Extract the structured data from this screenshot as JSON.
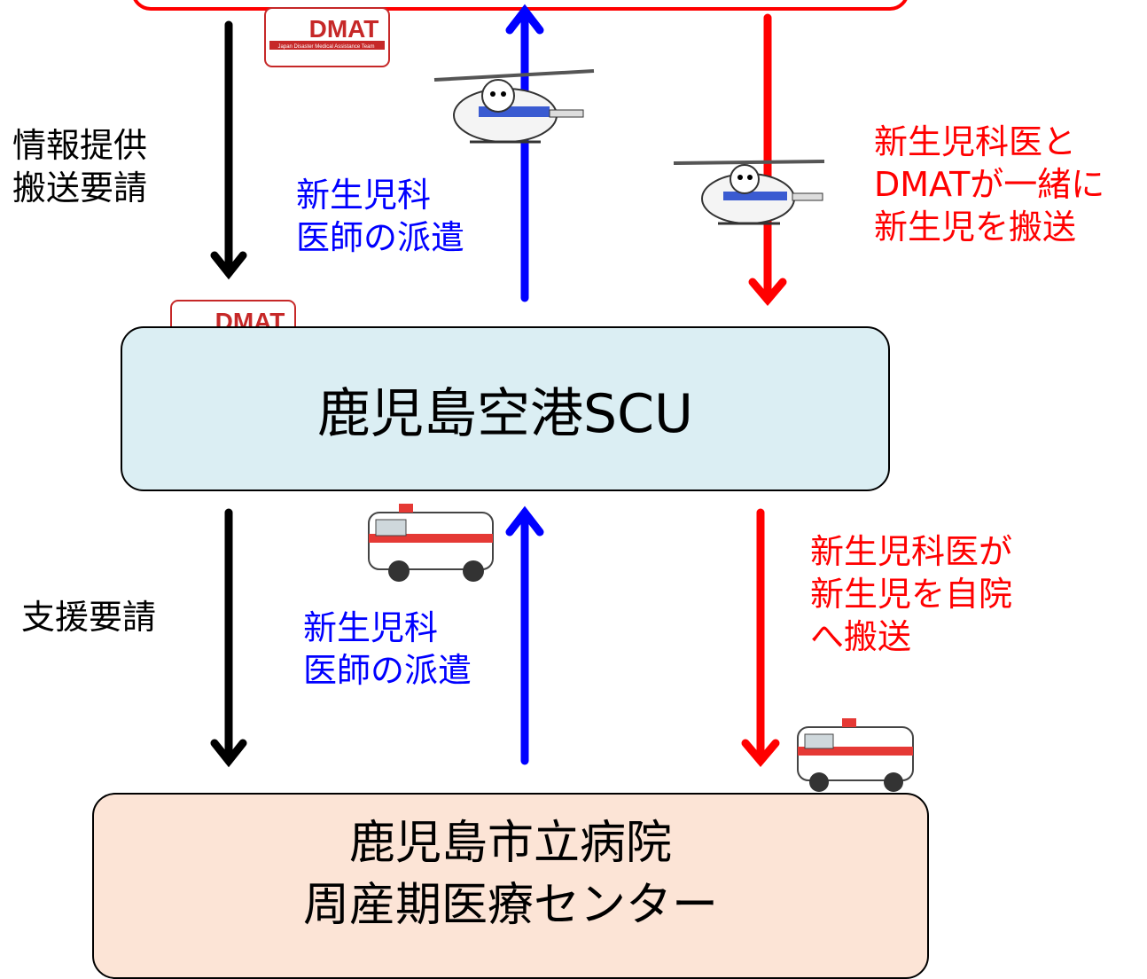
{
  "labels": {
    "info_request": [
      "情報提供",
      "搬送要請"
    ],
    "dispatch_top": [
      "新生児科",
      "医師の派遣"
    ],
    "transport_top": [
      "新生児科医と",
      "DMATが一緒に",
      "新生児を搬送"
    ],
    "support_request": "支援要請",
    "dispatch_bottom": [
      "新生児科",
      "医師の派遣"
    ],
    "transport_bottom": [
      "新生児科医が",
      "新生児を自院",
      "へ搬送"
    ]
  },
  "scu": "鹿児島空港SCU",
  "hospital": [
    "鹿児島市立病院",
    "周産期医療センター"
  ],
  "dmat_logo": {
    "text": "DMAT",
    "subtext": "Japan Disaster Medical Assistance Team"
  },
  "colors": {
    "black": "#000000",
    "blue": "#0000ff",
    "red": "#ff0000",
    "scu_fill": "#dbeef3",
    "hospital_fill": "#fce4d6"
  }
}
